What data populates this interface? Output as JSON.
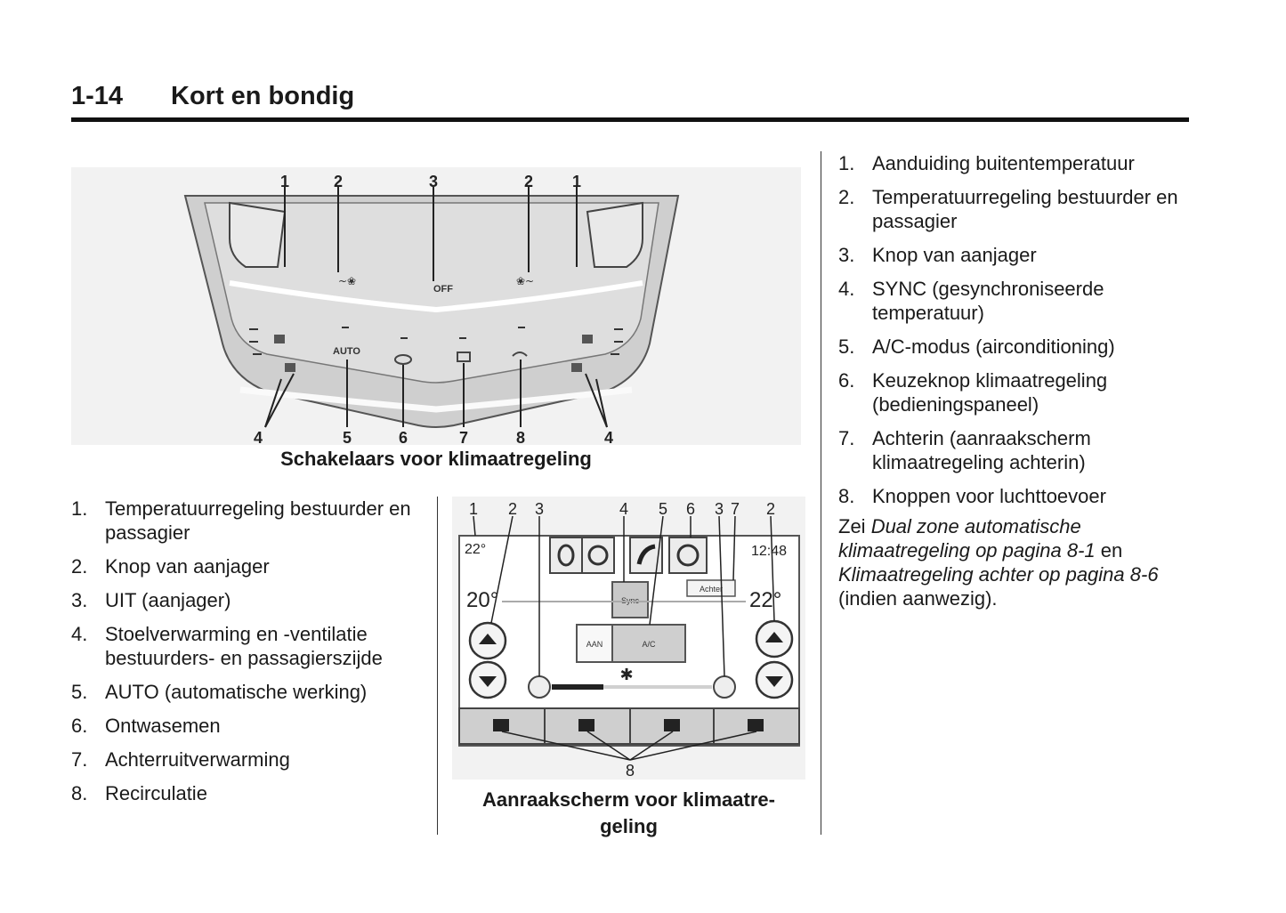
{
  "header": {
    "page_number": "1-14",
    "title": "Kort en bondig"
  },
  "figure1": {
    "caption": "Schakelaars voor klimaatregeling",
    "callouts_top": [
      "1",
      "2",
      "3",
      "2",
      "1"
    ],
    "callouts_bottom": [
      "4",
      "5",
      "6",
      "7",
      "8",
      "4"
    ],
    "panel": {
      "off_label": "OFF",
      "auto_label": "AUTO"
    }
  },
  "figure2": {
    "caption_line1": "Aanraakscherm voor klimaatre-",
    "caption_line2": "geling",
    "callouts_top": [
      "1",
      "2",
      "3",
      "4",
      "5",
      "6",
      "3",
      "7",
      "2"
    ],
    "callout_bottom": "8",
    "screen": {
      "outside_temp": "22°",
      "clock": "12:48",
      "driver_temp": "20°",
      "passenger_temp": "22°",
      "sync_label": "Sync",
      "aan_label": "AAN",
      "ac_label": "A/C",
      "rear_label": "Achter"
    }
  },
  "list_left": [
    {
      "n": "1.",
      "text": "Temperatuurregeling bestuurder en passagier"
    },
    {
      "n": "2.",
      "text": "Knop van aanjager"
    },
    {
      "n": "3.",
      "text": "UIT (aanjager)"
    },
    {
      "n": "4.",
      "text": "Stoelverwarming en -ventilatie bestuurders- en passagierszijde"
    },
    {
      "n": "5.",
      "text": "AUTO (automatische werking)"
    },
    {
      "n": "6.",
      "text": "Ontwasemen"
    },
    {
      "n": "7.",
      "text": "Achterruitverwarming"
    },
    {
      "n": "8.",
      "text": "Recirculatie"
    }
  ],
  "list_right": [
    {
      "n": "1.",
      "text": "Aanduiding buitentemperatuur"
    },
    {
      "n": "2.",
      "text": "Temperatuurregeling bestuurder en passagier"
    },
    {
      "n": "3.",
      "text": "Knop van aanjager"
    },
    {
      "n": "4.",
      "text": "SYNC (gesynchroniseerde temperatuur)"
    },
    {
      "n": "5.",
      "text": "A/C-modus (airconditioning)"
    },
    {
      "n": "6.",
      "text": "Keuzeknop klimaatregeling (bedieningspaneel)"
    },
    {
      "n": "7.",
      "text": "Achterin (aanraakscherm klimaatregeling achterin)"
    },
    {
      "n": "8.",
      "text": "Knoppen voor luchttoevoer"
    }
  ],
  "note": {
    "prefix": "Zei ",
    "ref1": "Dual zone automatische klimaatregeling op pagina 8-1",
    "middle": " en ",
    "ref2": "Klimaatregeling achter op pagina 8-6",
    "suffix": " (indien aanwezig)."
  }
}
